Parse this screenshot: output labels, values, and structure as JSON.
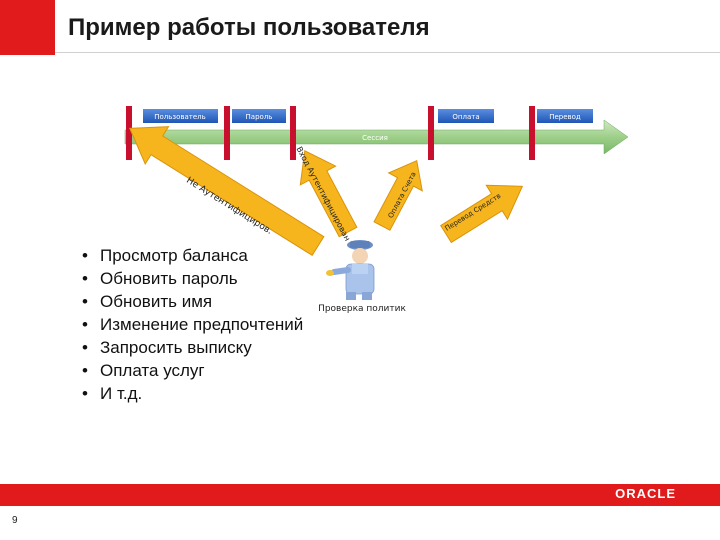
{
  "slide": {
    "title": "Пример работы пользователя",
    "page_number": "9",
    "logo_text": "ORACLE"
  },
  "diagram": {
    "session_label": "Сессия",
    "segments": [
      "Пользователь",
      "Пароль",
      "Оплата",
      "Перевод"
    ],
    "arrows": [
      "Не Аутентифициров.",
      "Вход Аутентифицирован",
      "Оплата Счета",
      "Перевод Средств"
    ],
    "inspector_label": "Проверка политик"
  },
  "bullets": [
    "Просмотр баланса",
    "Обновить пароль",
    "Обновить имя",
    "Изменение предпочтений",
    "Запросить выписку",
    "Оплата услуг",
    "И т.д."
  ],
  "colors": {
    "accent_red": "#e11b1b",
    "session_green": "#9ecf8a",
    "segment_blue": "#2f6dc8",
    "arrow_yellow": "#f7b51d",
    "bar_red": "#c8102e"
  }
}
